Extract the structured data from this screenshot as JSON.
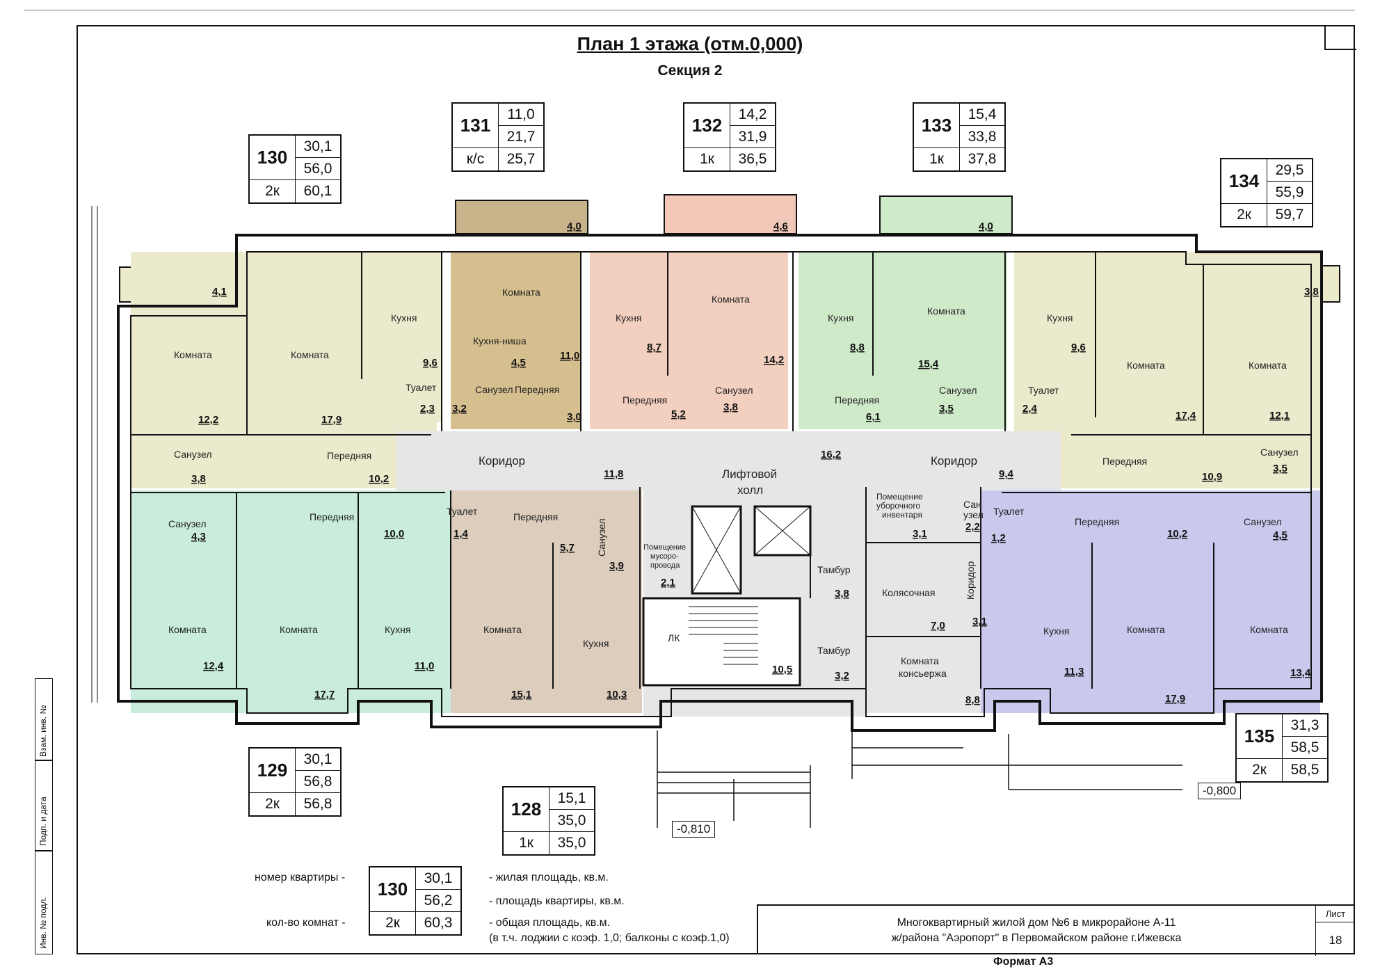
{
  "title": "План  1 этажа (отм.0,000)",
  "subtitle": "Секция 2",
  "apartments": [
    {
      "num": "130",
      "v1": "30,1",
      "v2": "56,0",
      "rooms": "2к",
      "v3": "60,1"
    },
    {
      "num": "131",
      "v1": "11,0",
      "v2": "21,7",
      "rooms": "к/с",
      "v3": "25,7"
    },
    {
      "num": "132",
      "v1": "14,2",
      "v2": "31,9",
      "rooms": "1к",
      "v3": "36,5"
    },
    {
      "num": "133",
      "v1": "15,4",
      "v2": "33,8",
      "rooms": "1к",
      "v3": "37,8"
    },
    {
      "num": "134",
      "v1": "29,5",
      "v2": "55,9",
      "rooms": "2к",
      "v3": "59,7"
    },
    {
      "num": "129",
      "v1": "30,1",
      "v2": "56,8",
      "rooms": "2к",
      "v3": "56,8"
    },
    {
      "num": "128",
      "v1": "15,1",
      "v2": "35,0",
      "rooms": "1к",
      "v3": "35,0"
    },
    {
      "num": "135",
      "v1": "31,3",
      "v2": "58,5",
      "rooms": "2к",
      "v3": "58,5"
    }
  ],
  "legend": {
    "num": "130",
    "v1": "30,1",
    "v2": "56,2",
    "rooms": "2к",
    "v3": "60,3",
    "label_number": "номер квартиры -",
    "label_rooms": "кол-во комнат -",
    "desc_living": "- жилая площадь, кв.м.",
    "desc_apartment": "- площадь квартиры, кв.м.",
    "desc_total": "- общая площадь, кв.м.",
    "desc_note": "(в т.ч. лоджии с коэф. 1,0; балконы с коэф.1,0)"
  },
  "marks": {
    "m1": "-0,810",
    "m2": "-0,800"
  },
  "side_stamp": [
    "Взам. инв. №",
    "Подп. и дата",
    "Инв. № подл."
  ],
  "stamp": {
    "line1": "Многоквартирный жилой дом №6 в микрорайоне А-11",
    "line2": "ж/района \"Аэропорт\" в Первомайском районе г.Ижевска",
    "sheet_label": "Лист",
    "sheet_num": "18",
    "format": "Формат А3"
  },
  "plan": {
    "t_room": "Комната",
    "t_kitchen": "Кухня",
    "t_niche": "Кухня-ниша",
    "t_bath": "Санузел",
    "t_wc": "Туалет",
    "t_hall": "Передняя",
    "t_corr": "Коридор",
    "t_lift": "Лифтовой",
    "t_lift2": "холл",
    "t_tambur": "Тамбур",
    "t_stroll": "Колясочная",
    "t_kons": "Комната",
    "t_kons2": "консьержа",
    "t_clean": "Помещение",
    "t_clean2": "уборочного",
    "t_clean3": "инвентаря",
    "t_garb": "Помещение",
    "t_garb2": "мусоро-",
    "t_garb3": "провода",
    "t_lk": "ЛК",
    "t_corr2": "Коридор",
    "t_su": "Сан",
    "t_su2": "узел",
    "a": [
      "4,1",
      "12,2",
      "17,9",
      "9,6",
      "2,3",
      "3,8",
      "10,2",
      "4,0",
      "4,5",
      "11,0",
      "3,2",
      "3,0",
      "4,6",
      "8,7",
      "14,2",
      "5,2",
      "3,8",
      "4,0",
      "8,8",
      "15,4",
      "6,1",
      "3,5",
      "9,6",
      "2,4",
      "17,4",
      "3,8",
      "12,1",
      "3,5",
      "10,9",
      "11,8",
      "16,2",
      "9,4",
      "4,3",
      "10,0",
      "1,4",
      "5,7",
      "3,9",
      "2,1",
      "3,8",
      "3,1",
      "2,2",
      "1,2",
      "10,2",
      "4,5",
      "12,4",
      "17,7",
      "11,0",
      "15,1",
      "10,3",
      "10,5",
      "3,2",
      "7,0",
      "3,1",
      "8,8",
      "11,3",
      "17,9",
      "13,4"
    ]
  }
}
